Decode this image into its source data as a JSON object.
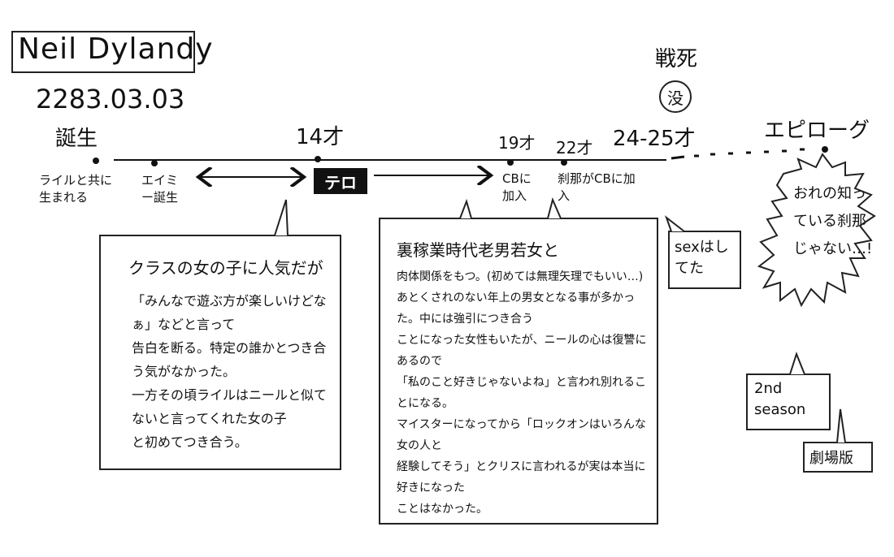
{
  "header": {
    "name": "Neil Dylandy",
    "birth_date": "2283.03.03"
  },
  "timeline": {
    "birth_label": "誕生",
    "age_14": "14才",
    "age_19": "19才",
    "age_22": "22才",
    "age_24_25": "24-25才",
    "death_label": "戦死",
    "death_mark": "没",
    "epilogue_label": "エピローグ",
    "events": {
      "twin_birth": "ライルと共に生まれる",
      "amy_birth": "エイミー誕生",
      "terror": "テロ",
      "join_cb": "CBに加入",
      "setsuna_join": "刹那がCBに加入"
    }
  },
  "notes": {
    "childhood": {
      "title": "クラスの女の子に人気だが",
      "lines": [
        "「みんなで遊ぶ方が楽しいけどなぁ」などと言って",
        "告白を断る。特定の誰かとつき合う気がなかった。",
        "一方その頃ライルはニールと似てないと言ってくれた女の子",
        "と初めてつき合う。"
      ]
    },
    "underworld": {
      "title": "裏稼業時代老男若女と",
      "lines": [
        "肉体関係をもつ。(初めては無理矢理でもいい…)",
        "あとくされのない年上の男女となる事が多かった。中には強引につき合う",
        "ことになった女性もいたが、ニールの心は復讐にあるので",
        "「私のこと好きじゃないよね」と言われ別れることになる。",
        "マイスターになってから「ロックオンはいろんな女の人と",
        "経験してそう」とクリスに言われるが実は本当に好きになった",
        "ことはなかった。"
      ]
    },
    "sex_note": "sexはしてた",
    "second_season": "2nd season",
    "movie": "劇場版",
    "epilogue_note": "おれの知っている刹那じゃない…!"
  }
}
